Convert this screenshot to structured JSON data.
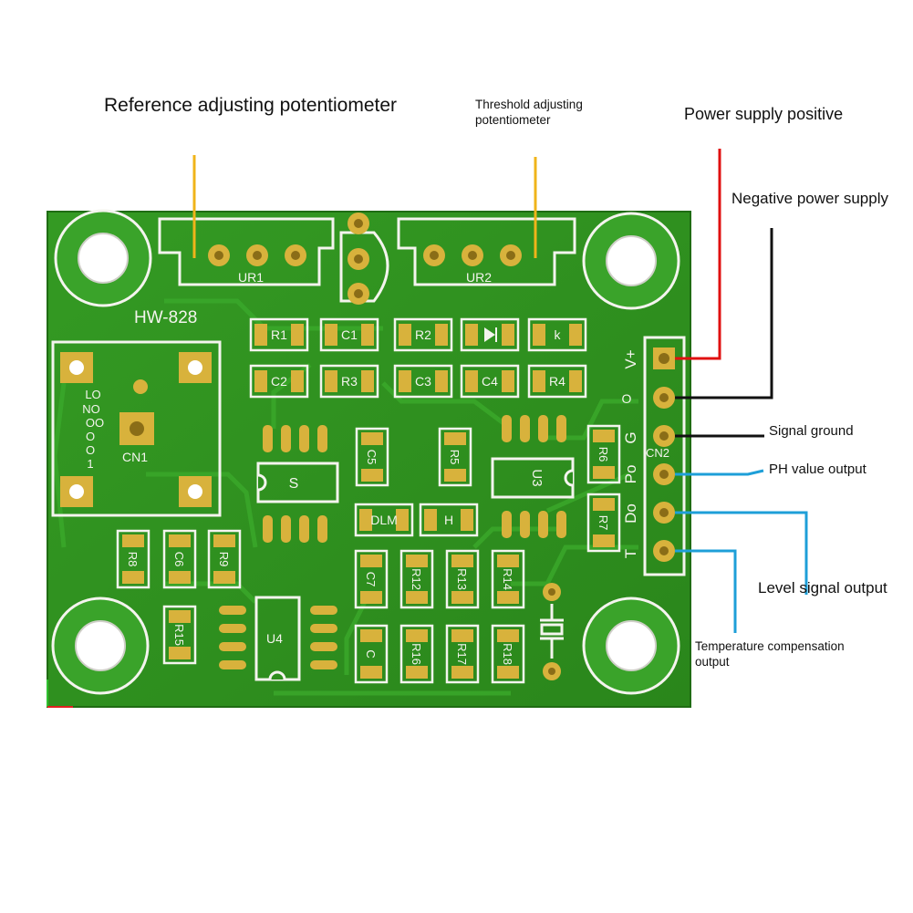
{
  "callouts": {
    "reference_pot": "Reference adjusting potentiometer",
    "threshold_pot_line1": "Threshold adjusting",
    "threshold_pot_line2": "potentiometer",
    "power_positive": "Power supply positive",
    "power_negative": "Negative power supply",
    "signal_ground": "Signal ground",
    "ph_output": "PH value output",
    "level_output": "Level signal output",
    "temp_comp_line1": "Temperature compensation",
    "temp_comp_line2": "output"
  },
  "board": {
    "model": "HW-828",
    "connector_main": "CN1",
    "connector_header": "CN2",
    "header_pins": [
      "V+",
      "O",
      "G",
      "Po",
      "Do",
      "T"
    ],
    "pot_1": "UR1",
    "pot_2": "UR2",
    "components_top": [
      "R1",
      "C1",
      "R2",
      "k"
    ],
    "components_second": [
      "C2",
      "R3",
      "C3",
      "C4",
      "R4"
    ],
    "r5": "R5",
    "c5": "C5",
    "r6": "R6",
    "r7": "R7",
    "s": "S",
    "u3": "U3",
    "dlm": "DLM",
    "h": "H",
    "left_pads": [
      "R8",
      "C6",
      "R9"
    ],
    "r15": "R15",
    "u4": "U4",
    "grid_row1": [
      "C7",
      "R12",
      "R13",
      "R14"
    ],
    "grid_row2": [
      "C",
      "R16",
      "R17",
      "R18"
    ],
    "cn1_vertical_text": [
      "LO",
      "NO",
      "OO",
      "O",
      "O",
      "1"
    ]
  },
  "colors": {
    "board": "#2f8f1f",
    "board_edge": "#257a17",
    "silkscreen": "#f4f4ee",
    "pad_gold": "#d8b23c",
    "pad_hole": "#8a6d17",
    "wire_positive": "#e01010",
    "wire_negative": "#111111",
    "wire_signal": "#1e9fd8",
    "leader_pot": "#f0b41a"
  }
}
